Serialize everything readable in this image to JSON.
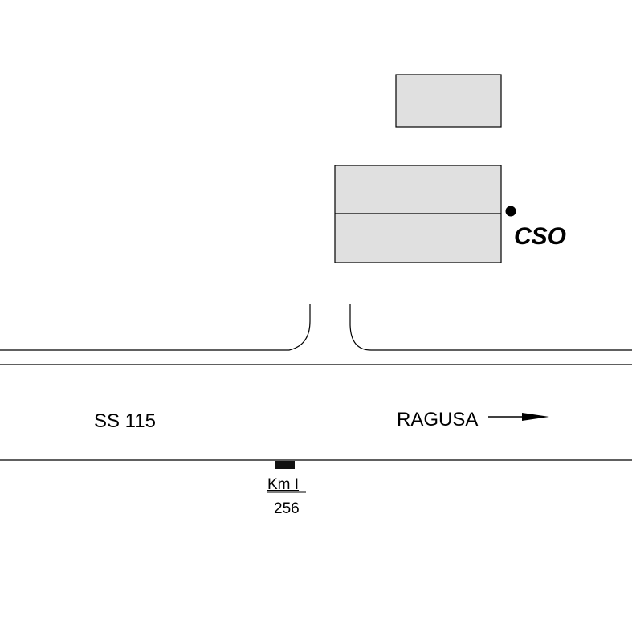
{
  "map": {
    "road_name": "SS 115",
    "direction_label": "RAGUSA",
    "station_label": "CSO",
    "km_marker": {
      "unit": "Km I",
      "value": "256"
    }
  },
  "colors": {
    "building_fill": "#e0e0e0",
    "line": "#000000",
    "background": "#ffffff"
  },
  "icons": {
    "direction": "arrow-right-icon",
    "station": "station-dot-icon",
    "km_marker": "km-marker-icon"
  }
}
